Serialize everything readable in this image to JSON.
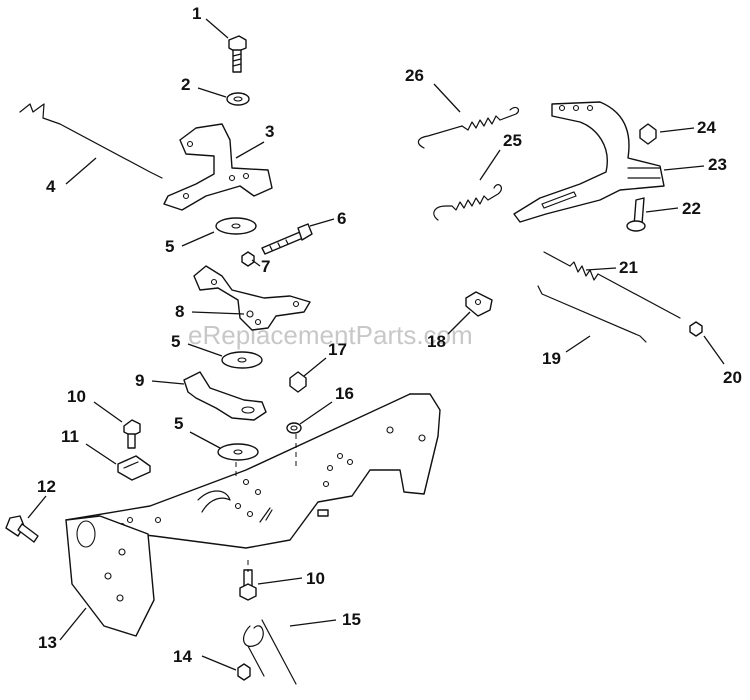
{
  "watermark": "eReplacementParts.com",
  "callouts": [
    "1",
    "2",
    "3",
    "4",
    "5",
    "6",
    "7",
    "8",
    "5",
    "9",
    "17",
    "16",
    "10",
    "11",
    "5",
    "12",
    "13",
    "10",
    "15",
    "14",
    "26",
    "25",
    "24",
    "23",
    "22",
    "21",
    "18",
    "19",
    "20"
  ]
}
